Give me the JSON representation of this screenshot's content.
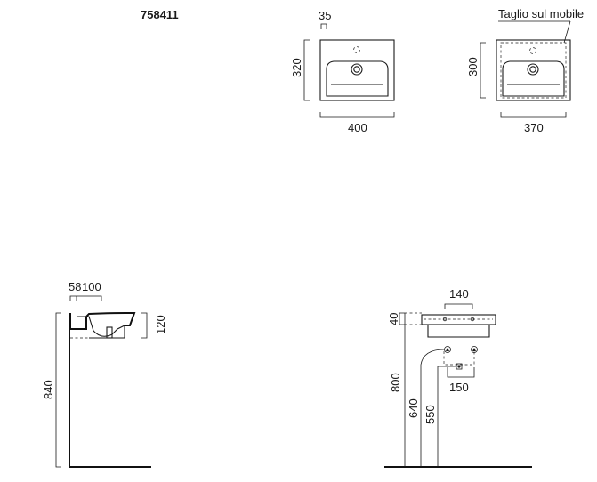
{
  "product_code": "758411",
  "top_view": {
    "tap_offset": "35",
    "depth": "320",
    "width": "400"
  },
  "cabinet_view": {
    "label": "Taglio sul mobile",
    "depth": "300",
    "width": "370"
  },
  "side_view": {
    "dim_top_a": "58",
    "dim_top_b": "100",
    "basin_height": "120",
    "install_height": "840"
  },
  "front_view": {
    "tap_spacing_top": "140",
    "rim_height": "40",
    "height_800": "800",
    "height_640": "640",
    "height_550": "550",
    "connection_spacing": "150"
  }
}
